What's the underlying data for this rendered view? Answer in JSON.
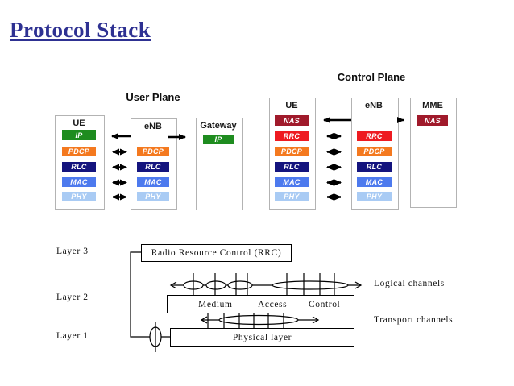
{
  "slide_title": "Protocol Stack",
  "user_plane": {
    "title": "User Plane",
    "ue": {
      "label": "UE",
      "blocks": [
        "IP",
        "PDCP",
        "RLC",
        "MAC",
        "PHY"
      ]
    },
    "enb": {
      "label": "eNB",
      "blocks": [
        "PDCP",
        "RLC",
        "MAC",
        "PHY"
      ]
    },
    "gateway": {
      "label": "Gateway",
      "blocks": [
        "IP"
      ]
    }
  },
  "control_plane": {
    "title": "Control Plane",
    "ue": {
      "label": "UE",
      "blocks": [
        "NAS",
        "RRC",
        "PDCP",
        "RLC",
        "MAC",
        "PHY"
      ]
    },
    "enb": {
      "label": "eNB",
      "blocks": [
        "RRC",
        "PDCP",
        "RLC",
        "MAC",
        "PHY"
      ]
    },
    "mme": {
      "label": "MME",
      "blocks": [
        "NAS"
      ]
    }
  },
  "layer_colors": {
    "IP": "#1E8C1F",
    "PDCP": "#F4791F",
    "RLC": "#14147E",
    "MAC": "#4D7AEE",
    "PHY": "#A9CBF4",
    "NAS": "#A01A2B",
    "RRC": "#EE1B21"
  },
  "accent_colors": {
    "title_blue": "#2E3192"
  },
  "lower_diagram": {
    "layer3_label": "Layer 3",
    "layer2_label": "Layer 2",
    "layer1_label": "Layer 1",
    "rrc_box": "Radio Resource Control (RRC)",
    "mac_box_words": [
      "Medium",
      "Access",
      "Control"
    ],
    "phy_box": "Physical layer",
    "logical_channels_label": "Logical channels",
    "transport_channels_label": "Transport channels"
  }
}
